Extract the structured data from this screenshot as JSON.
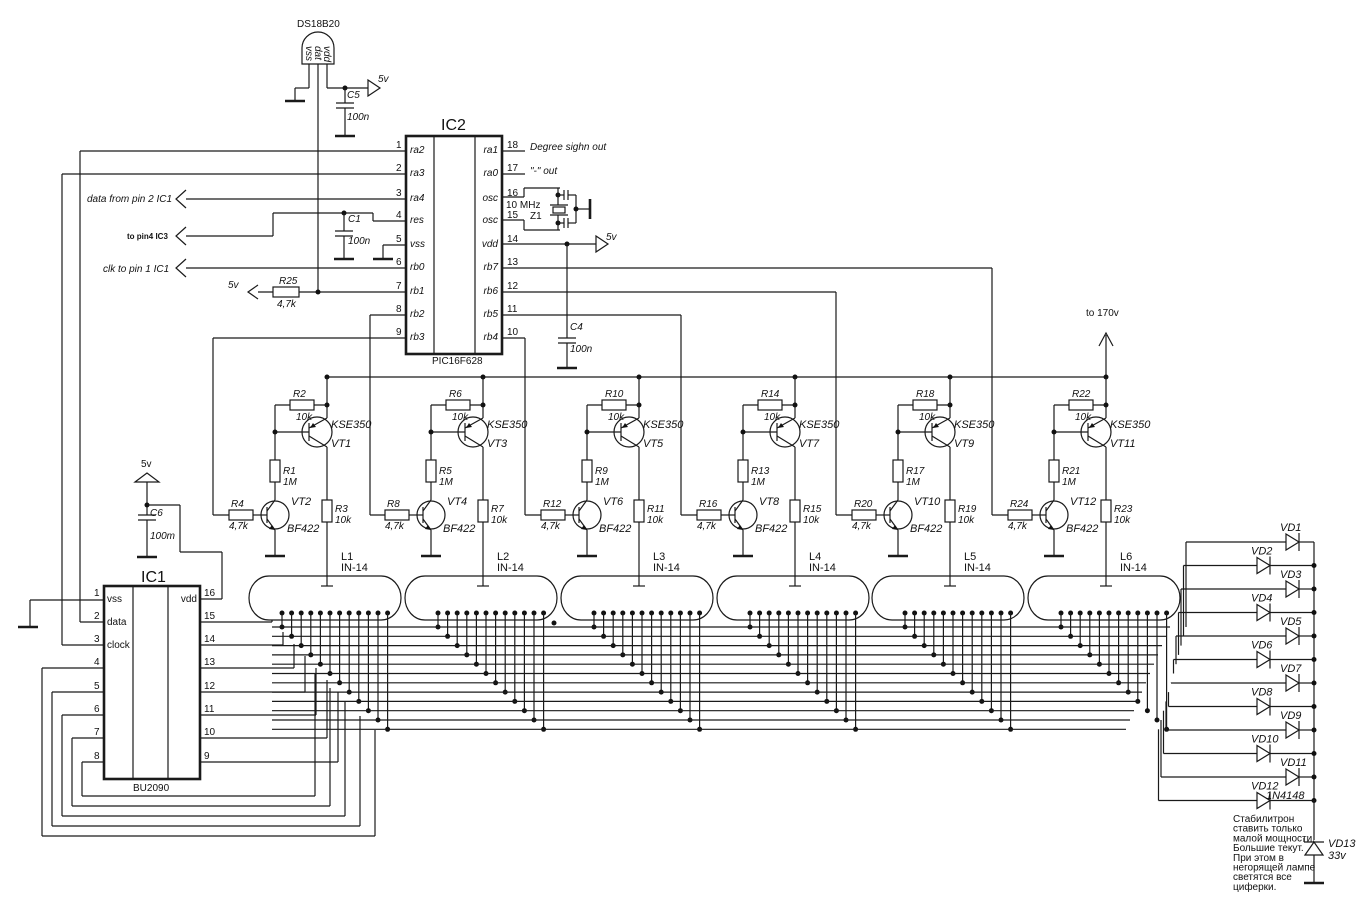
{
  "sensor": {
    "label": "DS18B20",
    "pins": [
      "vss",
      "dat",
      "vdd"
    ]
  },
  "caps": {
    "c5": {
      "ref": "C5",
      "value": "100n"
    },
    "c1": {
      "ref": "C1",
      "value": "100n"
    },
    "c4": {
      "ref": "C4",
      "value": "100n"
    },
    "c6": {
      "ref": "C6",
      "value": "100m"
    }
  },
  "power": {
    "v5": "5v",
    "hv": "to 170v"
  },
  "ic2": {
    "ref": "IC2",
    "part": "PIC16F628",
    "left_pins": [
      {
        "num": "1",
        "name": "ra2"
      },
      {
        "num": "2",
        "name": "ra3"
      },
      {
        "num": "3",
        "name": "ra4"
      },
      {
        "num": "4",
        "name": "res"
      },
      {
        "num": "5",
        "name": "vss"
      },
      {
        "num": "6",
        "name": "rb0"
      },
      {
        "num": "7",
        "name": "rb1"
      },
      {
        "num": "8",
        "name": "rb2"
      },
      {
        "num": "9",
        "name": "rb3"
      }
    ],
    "right_pins": [
      {
        "num": "18",
        "name": "ra1"
      },
      {
        "num": "17",
        "name": "ra0"
      },
      {
        "num": "16",
        "name": "osc"
      },
      {
        "num": "15",
        "name": "osc"
      },
      {
        "num": "14",
        "name": "vdd"
      },
      {
        "num": "13",
        "name": "rb7"
      },
      {
        "num": "12",
        "name": "rb6"
      },
      {
        "num": "11",
        "name": "rb5"
      },
      {
        "num": "10",
        "name": "rb4"
      }
    ],
    "out_degree": "Degree sighn out",
    "out_minus": "\"-\" out"
  },
  "crystal": {
    "ref": "Z1",
    "freq": "10 MHz"
  },
  "r25": {
    "ref": "R25",
    "value": "4,7k"
  },
  "connectors": {
    "data": "data from pin 2 IC1",
    "pin4": "to pin4 IC3",
    "clk": "clk to pin 1 IC1"
  },
  "drivers": [
    {
      "rtop": "R2",
      "rtopv": "10k",
      "pnp": "VT1",
      "pnp_part": "KSE350",
      "rbias": "R1",
      "rbiasv": "1M",
      "npn": "VT2",
      "npn_part": "BF422",
      "rin": "R4",
      "rinv": "4,7k",
      "rout": "R3",
      "routv": "10k",
      "lamp": "L1",
      "lamp_part": "IN-14"
    },
    {
      "rtop": "R6",
      "rtopv": "10k",
      "pnp": "VT3",
      "pnp_part": "KSE350",
      "rbias": "R5",
      "rbiasv": "1M",
      "npn": "VT4",
      "npn_part": "BF422",
      "rin": "R8",
      "rinv": "4,7k",
      "rout": "R7",
      "routv": "10k",
      "lamp": "L2",
      "lamp_part": "IN-14"
    },
    {
      "rtop": "R10",
      "rtopv": "10k",
      "pnp": "VT5",
      "pnp_part": "KSE350",
      "rbias": "R9",
      "rbiasv": "1M",
      "npn": "VT6",
      "npn_part": "BF422",
      "rin": "R12",
      "rinv": "4,7k",
      "rout": "R11",
      "routv": "10k",
      "lamp": "L3",
      "lamp_part": "IN-14"
    },
    {
      "rtop": "R14",
      "rtopv": "10k",
      "pnp": "VT7",
      "pnp_part": "KSE350",
      "rbias": "R13",
      "rbiasv": "1M",
      "npn": "VT8",
      "npn_part": "BF422",
      "rin": "R16",
      "rinv": "4,7k",
      "rout": "R15",
      "routv": "10k",
      "lamp": "L4",
      "lamp_part": "IN-14"
    },
    {
      "rtop": "R18",
      "rtopv": "10k",
      "pnp": "VT9",
      "pnp_part": "KSE350",
      "rbias": "R17",
      "rbiasv": "1M",
      "npn": "VT10",
      "npn_part": "BF422",
      "rin": "R20",
      "rinv": "4,7k",
      "rout": "R19",
      "routv": "10k",
      "lamp": "L5",
      "lamp_part": "IN-14"
    },
    {
      "rtop": "R22",
      "rtopv": "10k",
      "pnp": "VT11",
      "pnp_part": "KSE350",
      "rbias": "R21",
      "rbiasv": "1M",
      "npn": "VT12",
      "npn_part": "BF422",
      "rin": "R24",
      "rinv": "4,7k",
      "rout": "R23",
      "routv": "10k",
      "lamp": "L6",
      "lamp_part": "IN-14"
    }
  ],
  "ic1": {
    "ref": "IC1",
    "part": "BU2090",
    "left_pins": [
      {
        "num": "1",
        "name": "vss"
      },
      {
        "num": "2",
        "name": "data"
      },
      {
        "num": "3",
        "name": "clock"
      },
      {
        "num": "4",
        "name": ""
      },
      {
        "num": "5",
        "name": ""
      },
      {
        "num": "6",
        "name": ""
      },
      {
        "num": "7",
        "name": ""
      },
      {
        "num": "8",
        "name": ""
      }
    ],
    "right_pins": [
      {
        "num": "16",
        "name": "vdd"
      },
      {
        "num": "15",
        "name": ""
      },
      {
        "num": "14",
        "name": ""
      },
      {
        "num": "13",
        "name": ""
      },
      {
        "num": "12",
        "name": ""
      },
      {
        "num": "11",
        "name": ""
      },
      {
        "num": "10",
        "name": ""
      },
      {
        "num": "9",
        "name": ""
      }
    ]
  },
  "diodes": [
    "VD1",
    "VD2",
    "VD3",
    "VD4",
    "VD5",
    "VD6",
    "VD7",
    "VD8",
    "VD9",
    "VD10",
    "VD11",
    "VD12"
  ],
  "diode_part": "1N4148",
  "zener": {
    "ref": "VD13",
    "value": "33v"
  },
  "note": [
    "Стабилитрон",
    "ставить только",
    "малой мощности.",
    "Большие текут.",
    "При этом в",
    "негорящей лампе",
    "светятся все",
    "циферки."
  ]
}
